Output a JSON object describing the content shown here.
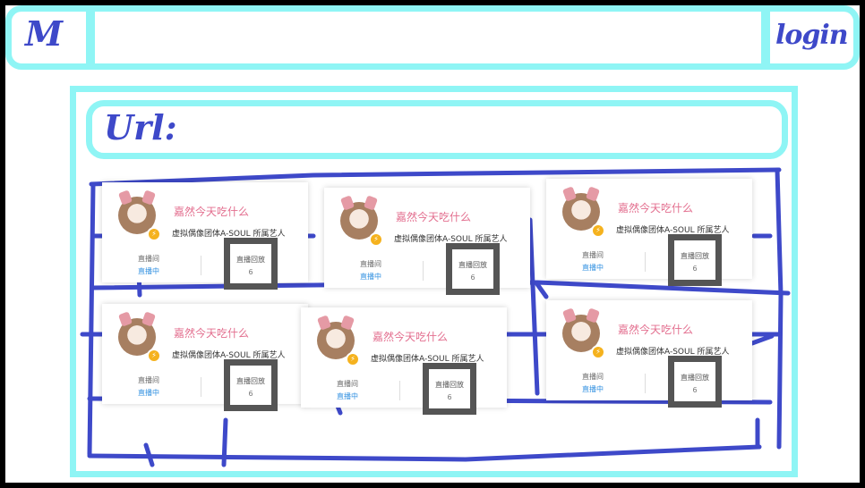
{
  "header": {
    "menu_label": "M",
    "login_label": "login"
  },
  "url_bar": {
    "label": "Url:"
  },
  "cards": [
    {
      "name": "嘉然今天吃什么",
      "desc": "虚拟偶像团体A-SOUL 所属艺人",
      "live_label": "直播间",
      "live_status": "直播中",
      "replay_label": "直播回放",
      "replay_count": "6"
    },
    {
      "name": "嘉然今天吃什么",
      "desc": "虚拟偶像团体A-SOUL 所属艺人",
      "live_label": "直播间",
      "live_status": "直播中",
      "replay_label": "直播回放",
      "replay_count": "6"
    },
    {
      "name": "嘉然今天吃什么",
      "desc": "虚拟偶像团体A-SOUL 所属艺人",
      "live_label": "直播间",
      "live_status": "直播中",
      "replay_label": "直播回放",
      "replay_count": "6"
    },
    {
      "name": "嘉然今天吃什么",
      "desc": "虚拟偶像团体A-SOUL 所属艺人",
      "live_label": "直播间",
      "live_status": "直播中",
      "replay_label": "直播回放",
      "replay_count": "6"
    },
    {
      "name": "嘉然今天吃什么",
      "desc": "虚拟偶像团体A-SOUL 所属艺人",
      "live_label": "直播间",
      "live_status": "直播中",
      "replay_label": "直播回放",
      "replay_count": "6"
    },
    {
      "name": "嘉然今天吃什么",
      "desc": "虚拟偶像团体A-SOUL 所属艺人",
      "live_label": "直播间",
      "live_status": "直播中",
      "replay_label": "直播回放",
      "replay_count": "6"
    }
  ],
  "colors": {
    "frame": "#8ff5f5",
    "pen": "#3e49c9",
    "name": "#e36f8f",
    "status": "#2f8fe0",
    "badge": "#f5b21e"
  }
}
